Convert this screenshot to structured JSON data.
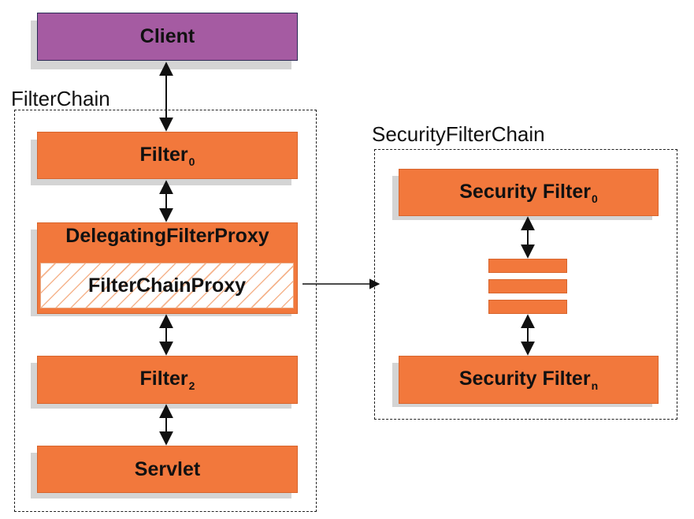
{
  "client": {
    "label": "Client"
  },
  "filter_chain": {
    "title": "FilterChain",
    "filter0": {
      "label": "Filter",
      "sub": "0"
    },
    "delegating_proxy": {
      "label": "DelegatingFilterProxy",
      "inner_label": "FilterChainProxy"
    },
    "filter2": {
      "label": "Filter",
      "sub": "2"
    },
    "servlet": {
      "label": "Servlet"
    }
  },
  "security_filter_chain": {
    "title": "SecurityFilterChain",
    "security_filter0": {
      "label": "Security Filter",
      "sub": "0"
    },
    "security_filtern": {
      "label": "Security Filter",
      "sub": "n"
    }
  },
  "colors": {
    "filter_fill": "#f2783c",
    "client_fill": "#a55ba2",
    "shadow": "#d4d4d4"
  }
}
